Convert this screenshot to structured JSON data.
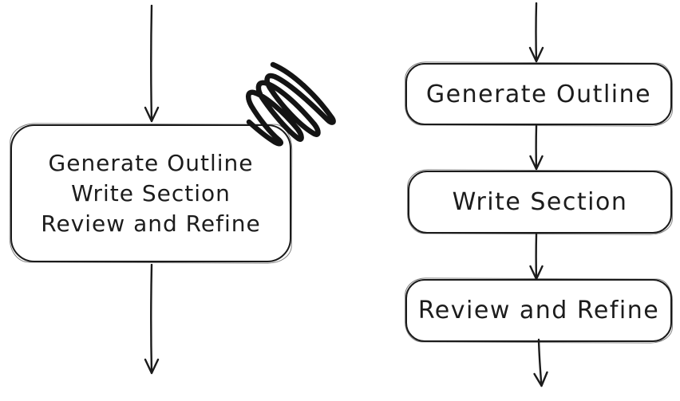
{
  "colors": {
    "ink": "#1b1b1b",
    "background": "#ffffff"
  },
  "left_flow": {
    "node_lines": [
      "Generate Outline",
      "Write Section",
      "Review and Refine"
    ],
    "annotation_icon": "scribble-icon"
  },
  "right_flow": {
    "nodes": [
      {
        "label": "Generate Outline"
      },
      {
        "label": "Write Section"
      },
      {
        "label": "Review and Refine"
      }
    ]
  },
  "icons": {
    "connector": "arrow-down-icon"
  }
}
